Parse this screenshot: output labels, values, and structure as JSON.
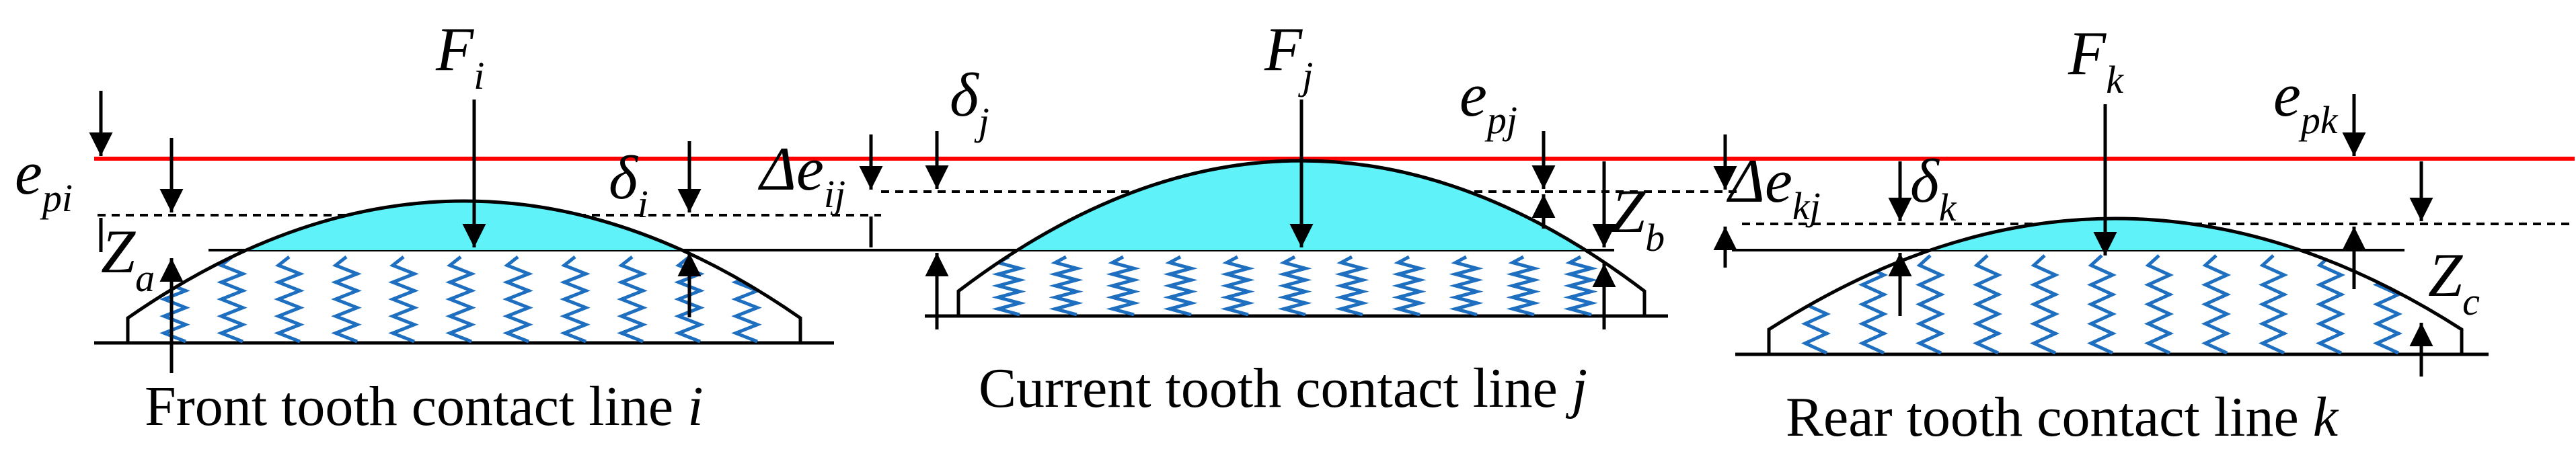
{
  "colors": {
    "reference_line": "#ff0000",
    "contact_fill": "#5ff2f8",
    "spring": "#1e6fc0",
    "outline": "#000000"
  },
  "front": {
    "force": {
      "main": "F",
      "sub": "i"
    },
    "error": {
      "main": "e",
      "sub": "pi"
    },
    "deformation": {
      "main": "δ",
      "sub": "i"
    },
    "height": {
      "main": "Z",
      "sub": "a"
    },
    "caption": {
      "text": "Front tooth contact line ",
      "var": "i"
    }
  },
  "current": {
    "force": {
      "main": "F",
      "sub": "j"
    },
    "error": {
      "main": "e",
      "sub": "pj"
    },
    "deformation": {
      "main": "δ",
      "sub": "j"
    },
    "height": {
      "main": "Z",
      "sub": "b"
    },
    "diff": {
      "main": "Δe",
      "sub": "ij"
    },
    "caption": {
      "text": "Current tooth contact line ",
      "var": "j"
    }
  },
  "rear": {
    "force": {
      "main": "F",
      "sub": "k"
    },
    "error": {
      "main": "e",
      "sub": "pk"
    },
    "deformation": {
      "main": "δ",
      "sub": "k"
    },
    "height": {
      "main": "Z",
      "sub": "c"
    },
    "diff": {
      "main": "Δe",
      "sub": "kj"
    },
    "caption": {
      "text": "Rear tooth contact line ",
      "var": "k"
    }
  }
}
